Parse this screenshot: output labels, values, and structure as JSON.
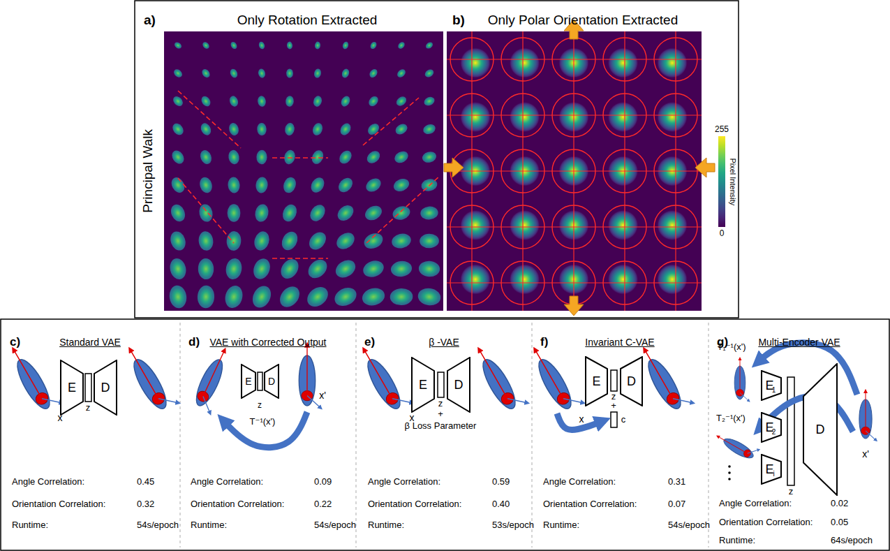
{
  "diagram": {
    "nodes": [
      {
        "text": [
          "a)",
          "Only Rotation Extracted"
        ]
      },
      {
        "text": [
          "b)",
          "Only Polar Orientation Extracted"
        ]
      },
      {
        "text": [
          "c)",
          "Standard VAE"
        ]
      },
      {
        "text": [
          "E"
        ],
        "in": 2
      },
      {
        "text": [
          "D"
        ],
        "in": 2
      },
      {
        "text": [
          "d)",
          "VAE with Corrected Output"
        ]
      },
      {
        "text": [
          "E"
        ],
        "in": 5
      },
      {
        "text": [
          "D"
        ],
        "in": 5
      },
      {
        "text": [
          "e)",
          "β -VAE"
        ]
      },
      {
        "text": [
          "E"
        ],
        "in": 8
      },
      {
        "text": [
          "D"
        ],
        "in": 8
      },
      {
        "text": [
          "f)",
          "Invariant C-VAE"
        ]
      },
      {
        "text": [
          "E"
        ],
        "in": 11
      },
      {
        "text": [
          "D"
        ],
        "in": 11
      },
      {
        "text": [
          "g)",
          "Multi-Encoder VAE"
        ]
      },
      {
        "text": [
          "E",
          "1"
        ],
        "in": 14
      },
      {
        "text": [
          "E",
          "2"
        ],
        "in": 14
      },
      {
        "text": [
          "E",
          "i"
        ],
        "in": 14
      },
      {
        "text": [
          "D"
        ],
        "in": 14
      }
    ],
    "labels": [
      "Principal Walk",
      "255",
      "0",
      "Pixel Intensity",
      "z",
      "x",
      "Angle Correlation:",
      "0.45",
      "Orientation Correlation:",
      "0.32",
      "Runtime:",
      "54s/epoch",
      "z",
      "T⁻¹(x')",
      "x'",
      "Angle Correlation:",
      "0.09",
      "Orientation Correlation:",
      "0.22",
      "Runtime:",
      "54s/epoch",
      "z",
      "x",
      "+",
      "β Loss Parameter",
      "Angle Correlation:",
      "0.59",
      "Orientation Correlation:",
      "0.40",
      "Runtime:",
      "53s/epoch",
      "z",
      "+",
      "c",
      "x",
      "Angle Correlation:",
      "0.31",
      "Orientation Correlation:",
      "0.07",
      "Runtime:",
      "54s/epoch",
      "T₁⁻¹(x')",
      "T₂⁻¹(x')",
      "z",
      "x'",
      "Angle Correlation:",
      "0.02",
      "Orientation Correlation:",
      "0.05",
      "Runtime:",
      "64s/epoch"
    ]
  }
}
